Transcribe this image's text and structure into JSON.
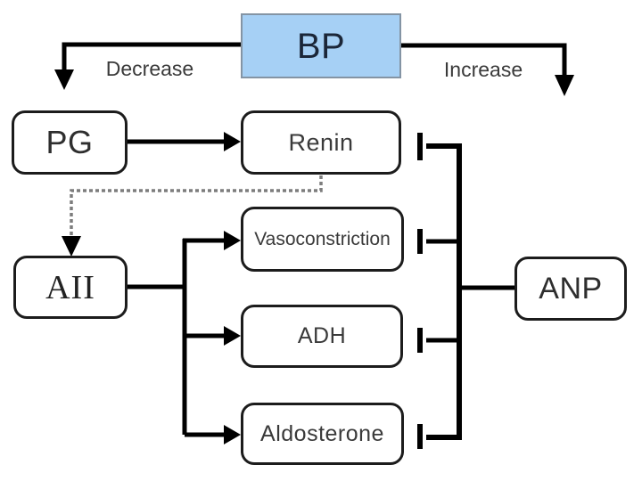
{
  "diagram": {
    "nodes": {
      "bp": {
        "label": "BP",
        "fill": "#a6d0f5",
        "border": "#8494a4"
      },
      "pg": {
        "label": "PG"
      },
      "renin": {
        "label": "Renin"
      },
      "aii": {
        "label": "AII"
      },
      "vasoconstriction": {
        "label": "Vasoconstriction"
      },
      "adh": {
        "label": "ADH"
      },
      "aldosterone": {
        "label": "Aldosterone"
      },
      "anp": {
        "label": "ANP"
      }
    },
    "edge_labels": {
      "decrease": "Decrease",
      "increase": "Increase"
    },
    "colors": {
      "line": "#000000",
      "dashed_line": "#7d7d7d",
      "box_border": "#1c1c1c",
      "background": "#ffffff"
    },
    "edges": [
      {
        "from": "BP",
        "to": "PG",
        "label": "Decrease",
        "type": "arrow"
      },
      {
        "from": "BP",
        "to": "ANP",
        "label": "Increase",
        "type": "arrow"
      },
      {
        "from": "PG",
        "to": "Renin",
        "type": "arrow"
      },
      {
        "from": "Renin",
        "to": "AII",
        "type": "dashed-arrow"
      },
      {
        "from": "AII",
        "to": "Vasoconstriction",
        "type": "arrow"
      },
      {
        "from": "AII",
        "to": "ADH",
        "type": "arrow"
      },
      {
        "from": "AII",
        "to": "Aldosterone",
        "type": "arrow"
      },
      {
        "from": "ANP",
        "to": "Renin",
        "type": "inhibition"
      },
      {
        "from": "ANP",
        "to": "Vasoconstriction",
        "type": "inhibition"
      },
      {
        "from": "ANP",
        "to": "ADH",
        "type": "inhibition"
      },
      {
        "from": "ANP",
        "to": "Aldosterone",
        "type": "inhibition"
      }
    ]
  }
}
